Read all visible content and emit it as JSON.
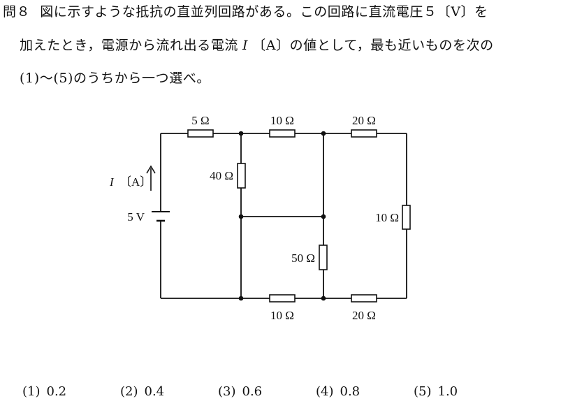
{
  "question": {
    "number": "問８",
    "line1": "図に示すような抵抗の直並列回路がある。この回路に直流電圧５〔V〕を",
    "line2a": "加えたとき，電源から流れ出る電流",
    "line2_var": "I",
    "line2b": "〔A〕の値として，最も近いものを次の",
    "line3": "(1)～(5)のうちから一つ選べ。"
  },
  "circuit": {
    "resistors": [
      {
        "id": "r-top-left",
        "label": "5 Ω"
      },
      {
        "id": "r-top-mid",
        "label": "10 Ω"
      },
      {
        "id": "r-top-right",
        "label": "20 Ω"
      },
      {
        "id": "r-vert-left",
        "label": "40 Ω"
      },
      {
        "id": "r-vert-right",
        "label": "10 Ω"
      },
      {
        "id": "r-vert-mid",
        "label": "50 Ω"
      },
      {
        "id": "r-bot-mid",
        "label": "10 Ω"
      },
      {
        "id": "r-bot-right",
        "label": "20 Ω"
      }
    ],
    "current_var": "I",
    "current_unit": "〔A〕",
    "source_label": "5 V"
  },
  "choices": [
    {
      "num": "(1)",
      "value": "0.2"
    },
    {
      "num": "(2)",
      "value": "0.4"
    },
    {
      "num": "(3)",
      "value": "0.6"
    },
    {
      "num": "(4)",
      "value": "0.8"
    },
    {
      "num": "(5)",
      "value": "1.0"
    }
  ]
}
